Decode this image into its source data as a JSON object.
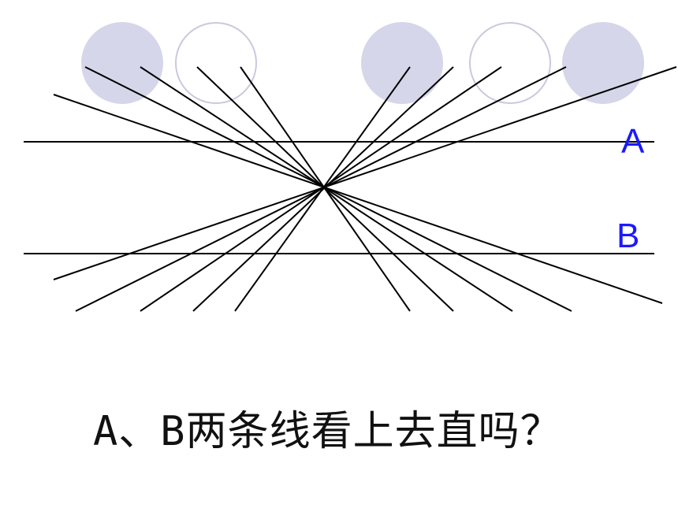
{
  "colors": {
    "circle_fill": "#d6d6ea",
    "circle_outline": "#c9c9de",
    "line": "#000000",
    "label": "#1a1aff"
  },
  "diagram": {
    "label_a": "A",
    "label_b": "B"
  },
  "question": "A、B两条线看上去直吗？"
}
